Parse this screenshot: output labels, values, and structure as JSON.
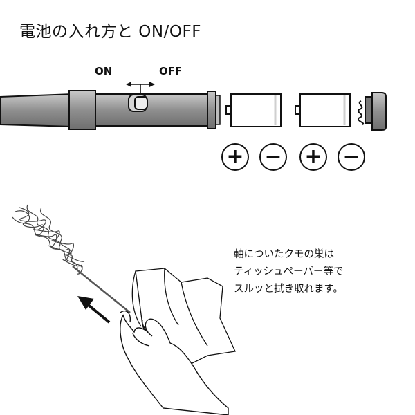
{
  "title": "電池の入れ方と ON/OFF",
  "switch": {
    "on_label": "ON",
    "off_label": "OFF"
  },
  "polarity": [
    "+",
    "−",
    "+",
    "−"
  ],
  "caption_lines": [
    "軸についたクモの巣は",
    "ティッシュペーパー等で",
    "スルッと拭き取れます。"
  ],
  "colors": {
    "body_fill": "#9e9e9e",
    "outline": "#111111",
    "battery_fill": "#ffffff"
  }
}
